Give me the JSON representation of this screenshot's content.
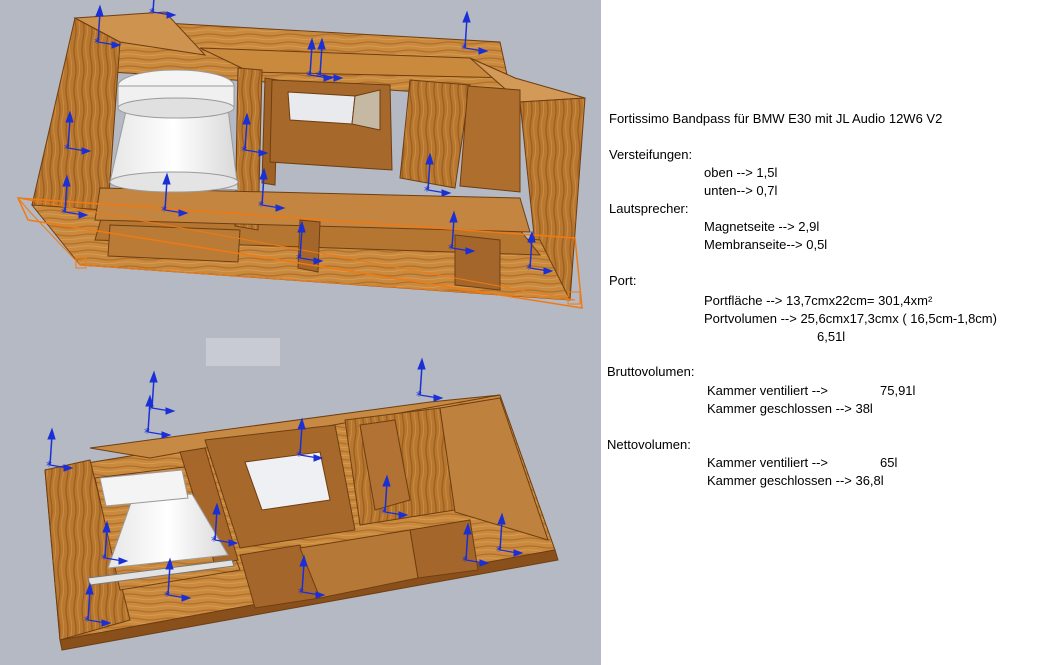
{
  "notes": {
    "title": "Fortissimo Bandpass für BMW E30 mit JL Audio 12W6 V2",
    "versteifungen": {
      "heading": "Versteifungen:",
      "oben": "oben --> 1,5l",
      "unten": "unten--> 0,7l"
    },
    "lautsprecher": {
      "heading": "Lautsprecher:",
      "magnetseite": "Magnetseite --> 2,9l",
      "membranseite": "Membranseite--> 0,5l"
    },
    "port": {
      "heading": "Port:",
      "flaeche": "Portfläche --> 13,7cmx22cm= 301,4xm²",
      "volumen": "Portvolumen --> 25,6cmx17,3cmx ( 16,5cm-1,8cm)",
      "volumen_result": "6,51l"
    },
    "brutto": {
      "heading": "Bruttovolumen:",
      "ventiliert_label": "Kammer ventiliert -->",
      "ventiliert_value": "75,91l",
      "geschlossen": "Kammer geschlossen --> 38l"
    },
    "netto": {
      "heading": "Nettovolumen:",
      "ventiliert_label": "Kammer ventiliert -->",
      "ventiliert_value": "65l",
      "geschlossen": "Kammer geschlossen --> 36,8l"
    }
  },
  "colors": {
    "viewport_bg": "#b4b9c3",
    "wood_light": "#c98a3e",
    "wood_mid": "#a8672a",
    "wood_dark": "#7a4616",
    "speaker_white": "#f2f2f2",
    "marker_blue": "#1a2fd6",
    "selection_orange": "#f07a12"
  },
  "icons": [
    "axis-marker-icon",
    "speaker-cone-icon"
  ]
}
